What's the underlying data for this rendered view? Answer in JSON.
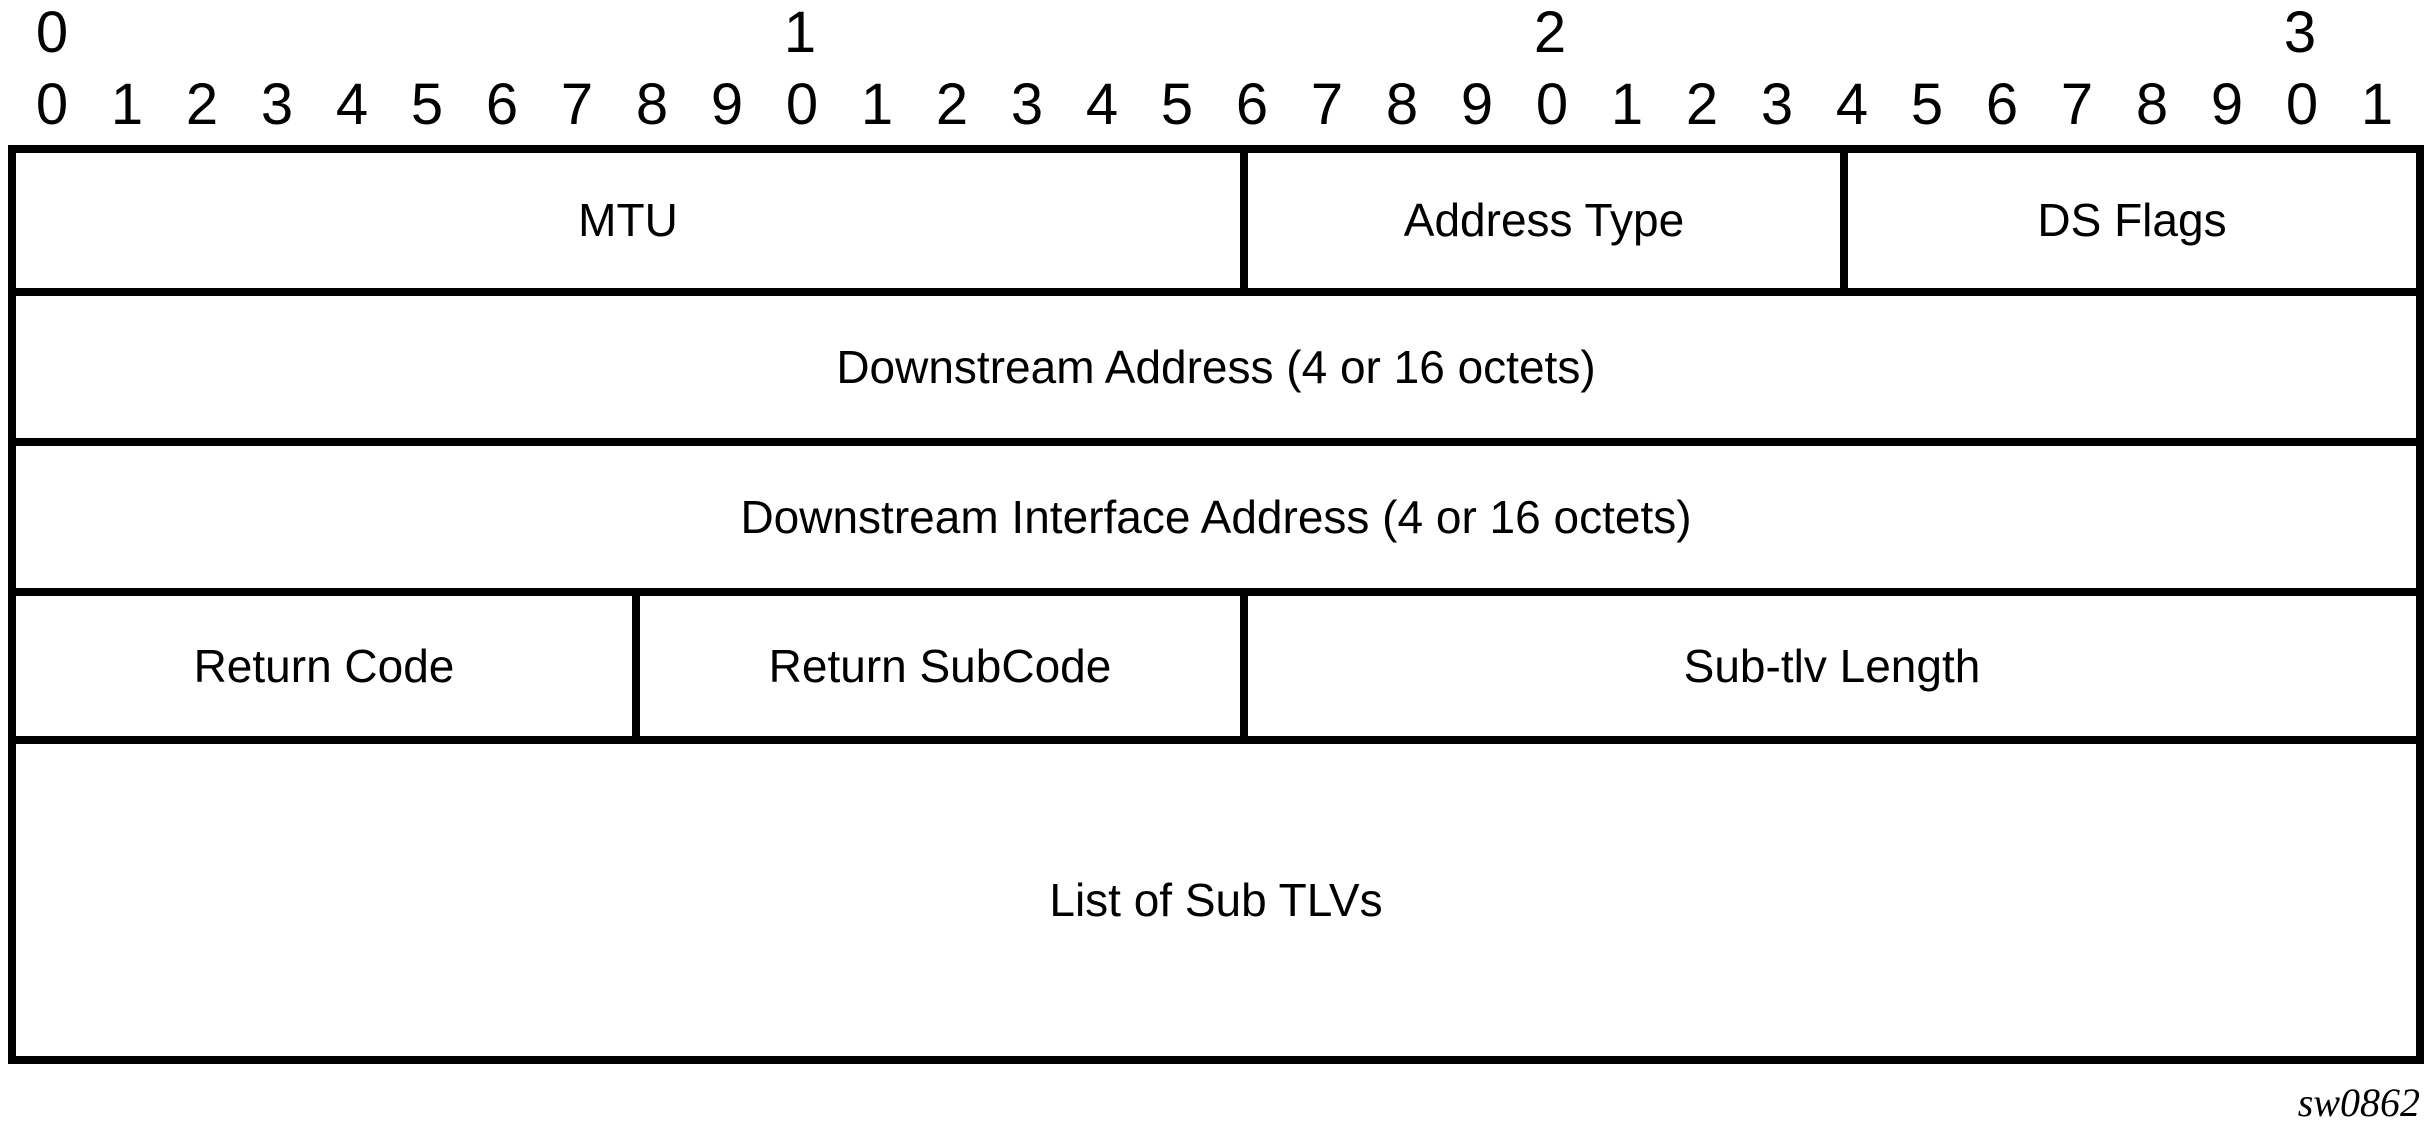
{
  "ruler": {
    "tens": [
      "0",
      "1",
      "2",
      "3"
    ],
    "units": [
      "0",
      "1",
      "2",
      "3",
      "4",
      "5",
      "6",
      "7",
      "8",
      "9",
      "0",
      "1",
      "2",
      "3",
      "4",
      "5",
      "6",
      "7",
      "8",
      "9",
      "0",
      "1",
      "2",
      "3",
      "4",
      "5",
      "6",
      "7",
      "8",
      "9",
      "0",
      "1"
    ]
  },
  "fields": {
    "mtu": "MTU",
    "address_type": "Address Type",
    "ds_flags": "DS Flags",
    "downstream_address": "Downstream Address (4 or 16 octets)",
    "downstream_interface_address": "Downstream Interface Address (4 or 16 octets)",
    "return_code": "Return Code",
    "return_subcode": "Return SubCode",
    "subtlv_length": "Sub-tlv Length",
    "list_of_sub_tlvs": "List of Sub TLVs"
  },
  "caption": "sw0862",
  "colors": {
    "line": "#000000",
    "background": "#ffffff"
  }
}
